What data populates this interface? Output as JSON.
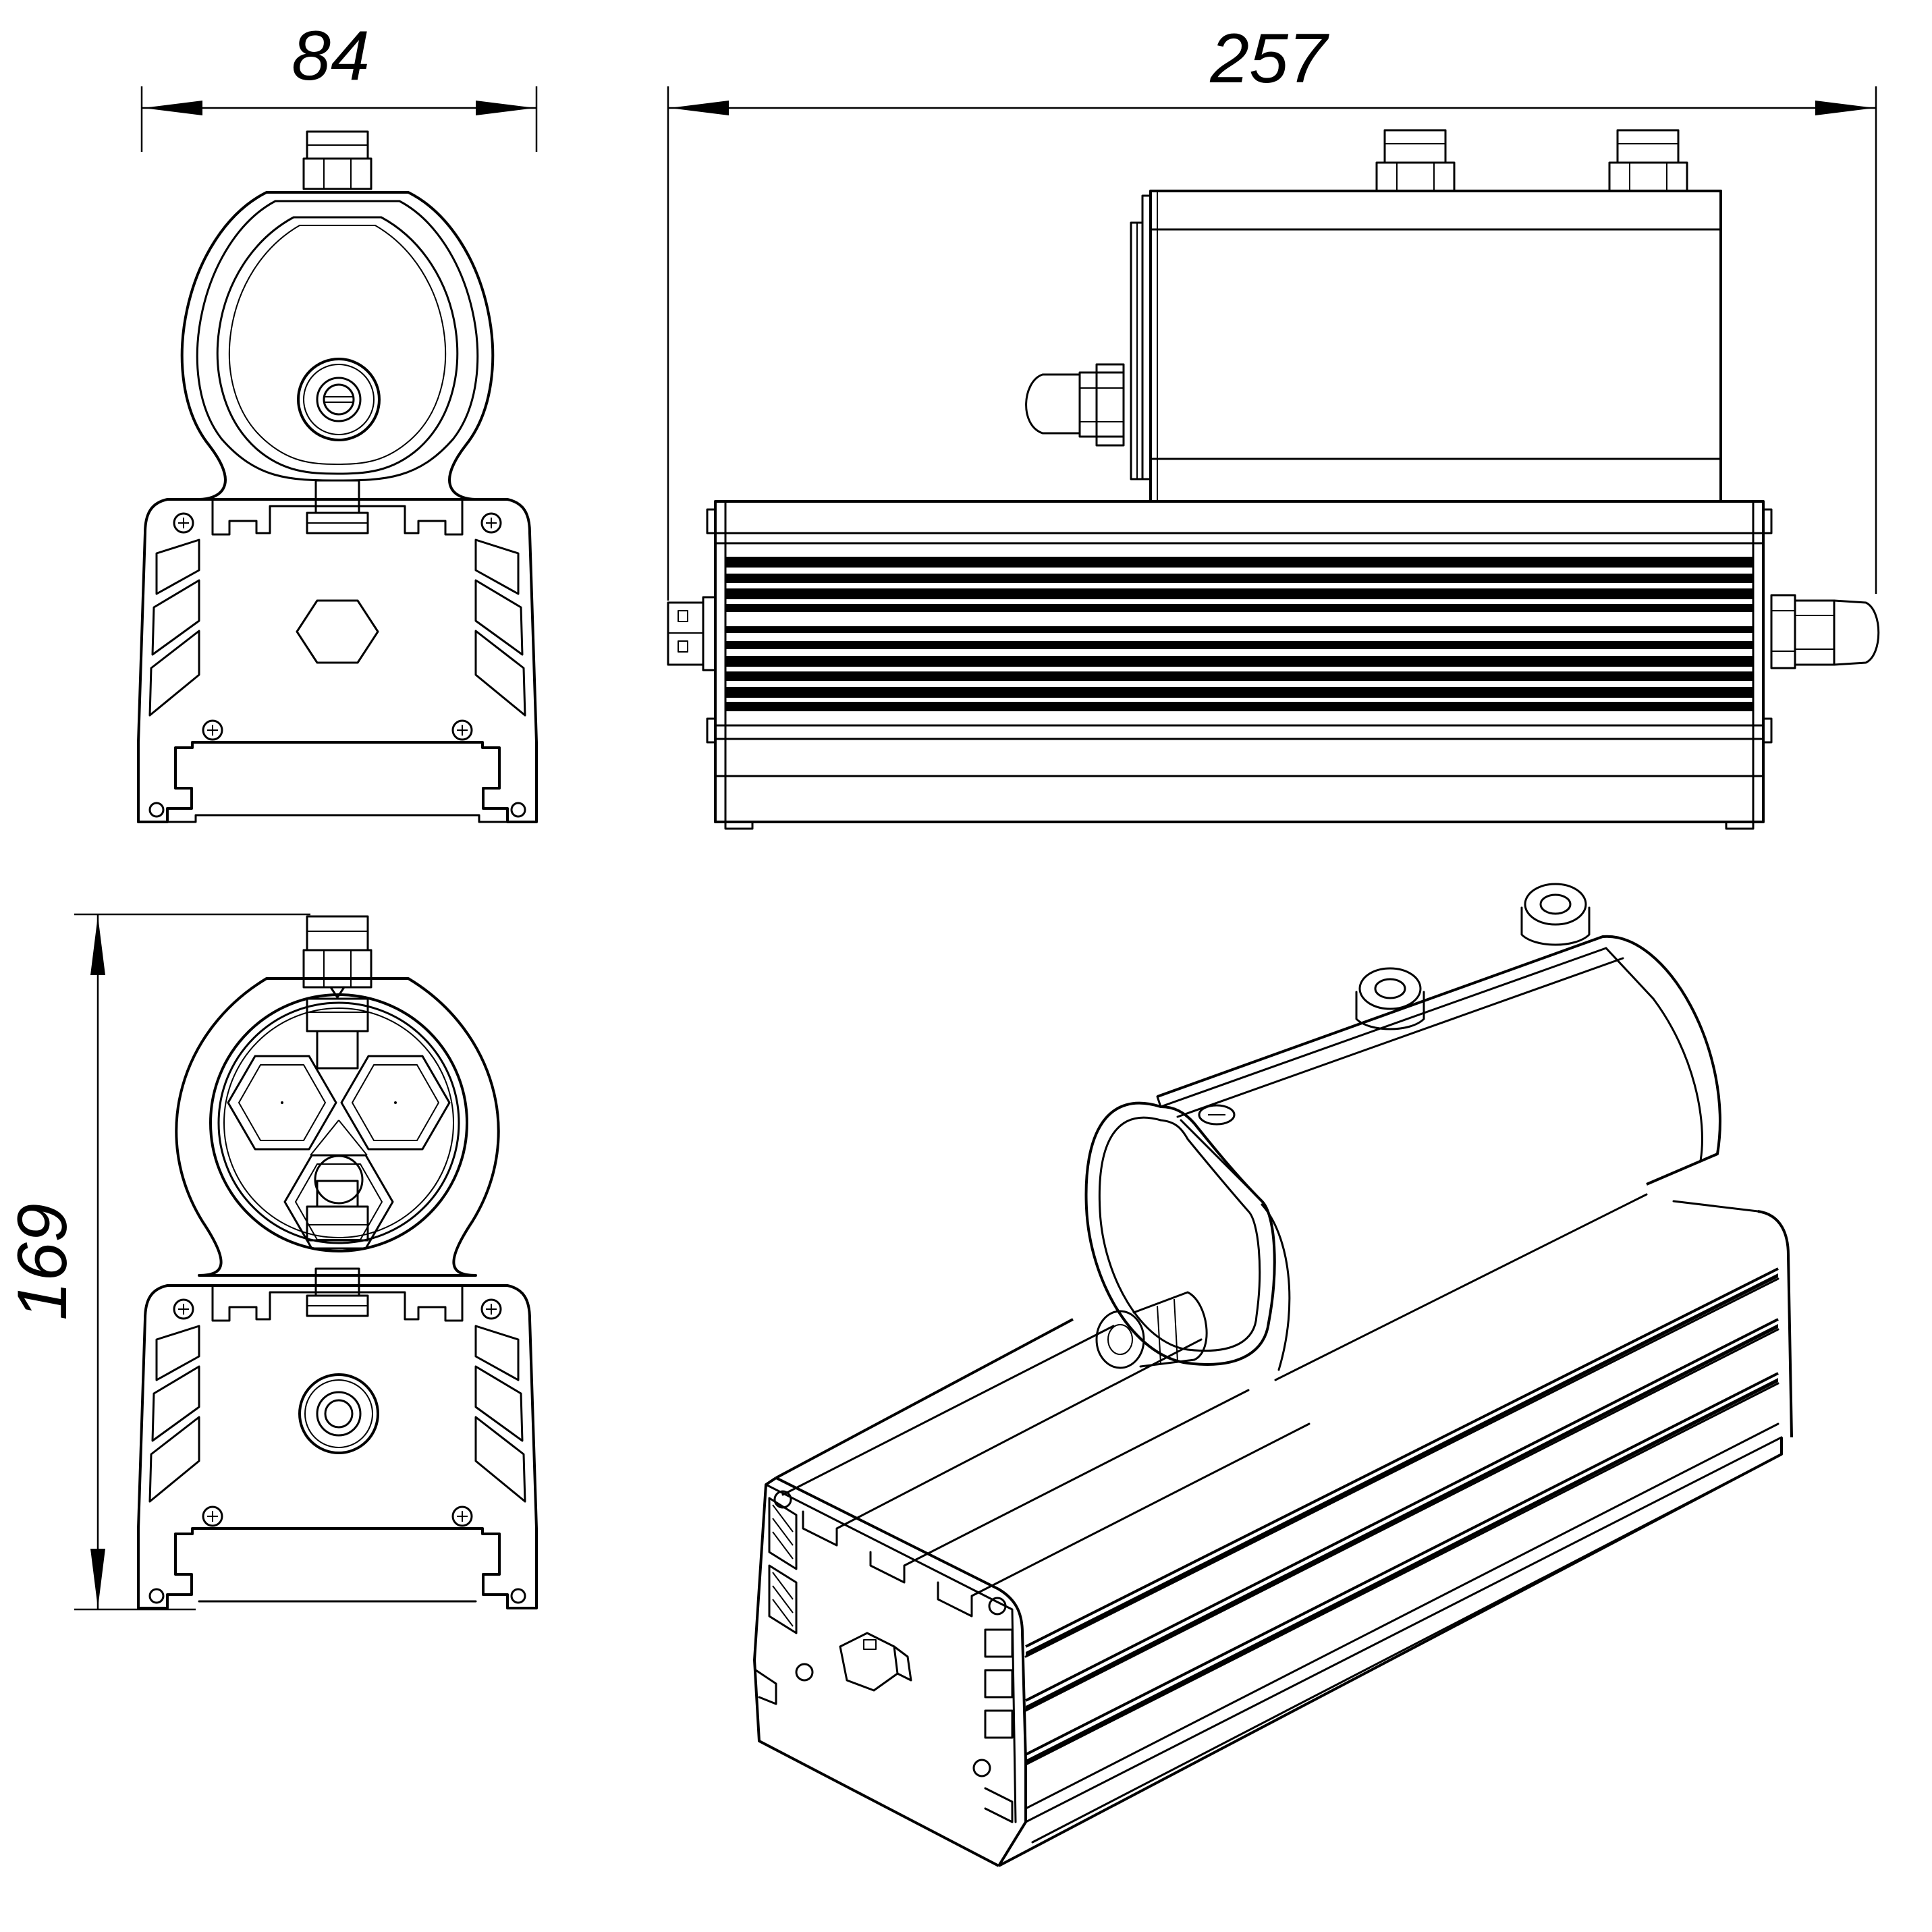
{
  "dimensions": {
    "width": "84",
    "length": "257",
    "height": "169"
  }
}
